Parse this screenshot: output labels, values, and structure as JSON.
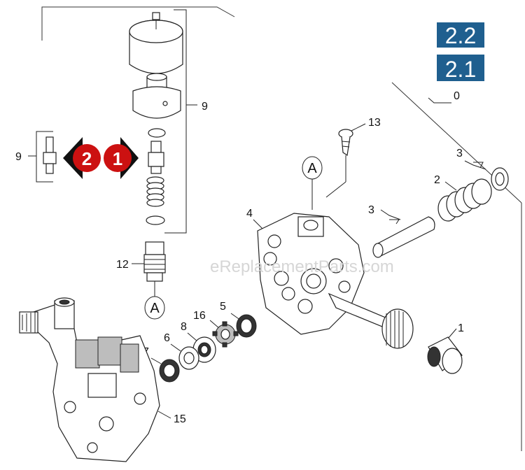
{
  "version_badges": [
    "2.2",
    "2.1"
  ],
  "colors": {
    "badge_blue": "#1f5f8f",
    "marker_red": "#cc1111",
    "marker_black": "#111111"
  },
  "watermark": "eReplacementParts.com",
  "reference_label": "A",
  "nav_markers": {
    "left": "2",
    "right": "1"
  },
  "callouts": {
    "c0": "0",
    "c1": "1",
    "c2": "2",
    "c3a": "3",
    "c3b": "3",
    "c4": "4",
    "c5": "5",
    "c6": "6",
    "c7": "7",
    "c8": "8",
    "c9a": "9",
    "c9b": "9",
    "c12": "12",
    "c13": "13",
    "c15": "15",
    "c16": "16"
  }
}
